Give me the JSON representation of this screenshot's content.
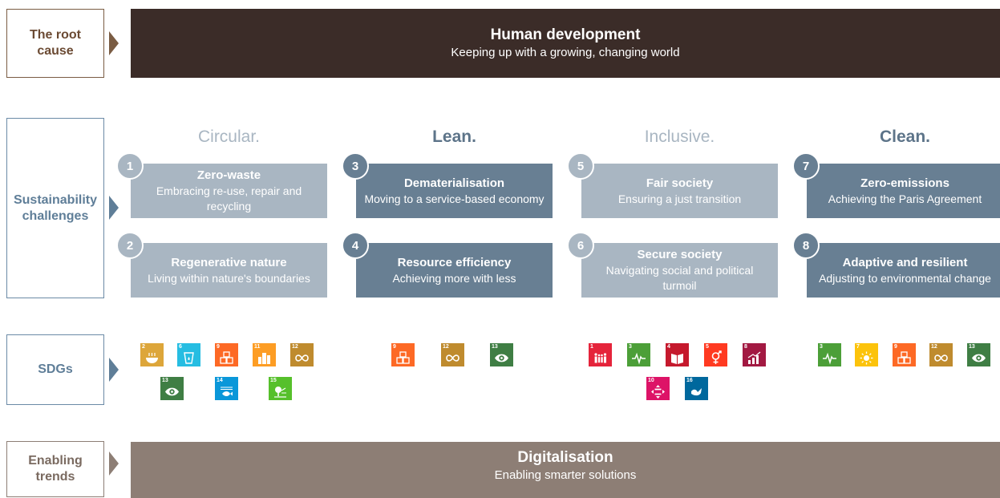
{
  "colors": {
    "root_dark": "#3b2c28",
    "brown_border": "#7a5c43",
    "blue_border": "#6b8aa6",
    "blue_arrow": "#5f7e98",
    "enabling_bg": "#8d7e75",
    "circular": "#a9b6c2",
    "lean": "#687f93",
    "inclusive": "#a9b6c2",
    "clean": "#687f93",
    "circular_head": "#a9b6c2",
    "lean_head": "#687f93",
    "label_text": "#5f7e98"
  },
  "root": {
    "label": "The root cause",
    "title": "Human development",
    "subtitle": "Keeping up with a growing, changing world"
  },
  "challenges": {
    "label": "Sustainability challenges",
    "columns": [
      {
        "heading": "Circular.",
        "cards": [
          {
            "num": "1",
            "title": "Zero-waste",
            "subtitle": "Embracing re-use, repair and recycling"
          },
          {
            "num": "2",
            "title": "Regenerative nature",
            "subtitle": "Living within nature's boundaries"
          }
        ]
      },
      {
        "heading": "Lean.",
        "cards": [
          {
            "num": "3",
            "title": "Dematerialisation",
            "subtitle": "Moving to a service-based economy"
          },
          {
            "num": "4",
            "title": "Resource efficiency",
            "subtitle": "Achieving more with less"
          }
        ]
      },
      {
        "heading": "Inclusive.",
        "cards": [
          {
            "num": "5",
            "title": "Fair society",
            "subtitle": "Ensuring a just transition"
          },
          {
            "num": "6",
            "title": "Secure society",
            "subtitle": "Navigating social and political turmoil"
          }
        ]
      },
      {
        "heading": "Clean.",
        "cards": [
          {
            "num": "7",
            "title": "Zero-emissions",
            "subtitle": "Achieving the Paris Agreement"
          },
          {
            "num": "8",
            "title": "Adaptive and resilient",
            "subtitle": "Adjusting to environmental change"
          }
        ]
      }
    ]
  },
  "sdgs": {
    "label": "SDGs",
    "icons": [
      {
        "n": "2",
        "color": "#DDA63A",
        "icon": "bowl-icon"
      },
      {
        "n": "6",
        "color": "#26BDE2",
        "icon": "water-glass-icon"
      },
      {
        "n": "9",
        "color": "#FD6925",
        "icon": "cubes-icon"
      },
      {
        "n": "11",
        "color": "#FD9D24",
        "icon": "buildings-icon"
      },
      {
        "n": "12",
        "color": "#BF8B2E",
        "icon": "infinity-icon"
      },
      {
        "n": "13",
        "color": "#3F7E44",
        "icon": "eye-icon"
      },
      {
        "n": "14",
        "color": "#0A97D9",
        "icon": "fish-icon"
      },
      {
        "n": "15",
        "color": "#56C02B",
        "icon": "tree-icon"
      },
      {
        "n": "9",
        "color": "#FD6925",
        "icon": "cubes-icon"
      },
      {
        "n": "12",
        "color": "#BF8B2E",
        "icon": "infinity-icon"
      },
      {
        "n": "13",
        "color": "#3F7E44",
        "icon": "eye-icon"
      },
      {
        "n": "1",
        "color": "#E5243B",
        "icon": "family-icon"
      },
      {
        "n": "3",
        "color": "#4C9F38",
        "icon": "heartbeat-icon"
      },
      {
        "n": "4",
        "color": "#C5192D",
        "icon": "book-icon"
      },
      {
        "n": "5",
        "color": "#FF3A21",
        "icon": "gender-icon"
      },
      {
        "n": "8",
        "color": "#A21942",
        "icon": "growth-chart-icon"
      },
      {
        "n": "10",
        "color": "#DD1367",
        "icon": "equality-icon"
      },
      {
        "n": "16",
        "color": "#00689D",
        "icon": "dove-icon"
      },
      {
        "n": "3",
        "color": "#4C9F38",
        "icon": "heartbeat-icon"
      },
      {
        "n": "7",
        "color": "#FCC30B",
        "icon": "sun-icon"
      },
      {
        "n": "9",
        "color": "#FD6925",
        "icon": "cubes-icon"
      },
      {
        "n": "12",
        "color": "#BF8B2E",
        "icon": "infinity-icon"
      },
      {
        "n": "13",
        "color": "#3F7E44",
        "icon": "eye-icon"
      }
    ]
  },
  "enabling": {
    "label": "Enabling trends",
    "title": "Digitalisation",
    "subtitle": "Enabling smarter solutions"
  }
}
